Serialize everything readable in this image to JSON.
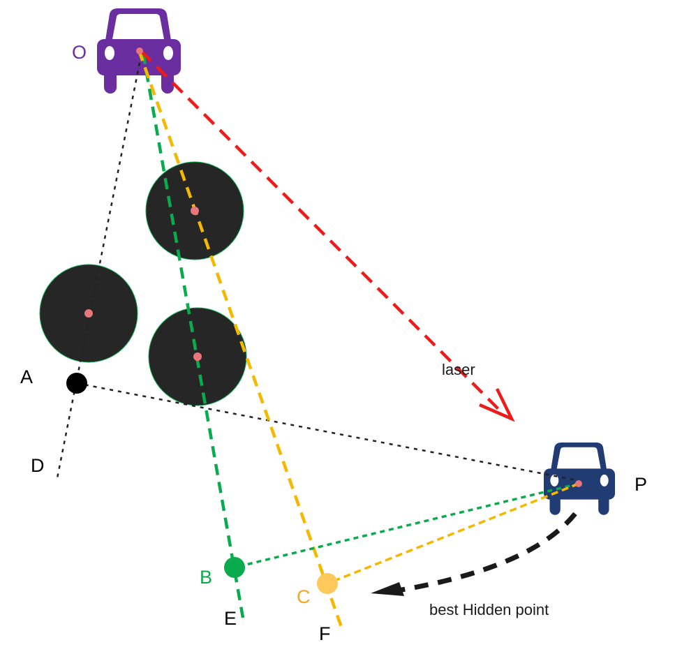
{
  "points": {
    "O": "O",
    "P": "P",
    "A": "A",
    "B": "B",
    "C": "C",
    "D": "D",
    "E": "E",
    "F": "F"
  },
  "annotations": {
    "laser": "laser",
    "best_hidden_point": "best Hidden point"
  },
  "colors": {
    "observer_car": "#6a2ea0",
    "target_car": "#213b73",
    "obstacle": "#262626",
    "obstacle_center": "#e8767a",
    "laser_line": "#ee1b1b",
    "green_line": "#0aab4c",
    "orange_line": "#f5b800",
    "point_A": "#000000",
    "point_B": "#0aab4c",
    "point_C": "#fdc95a",
    "label_O": "#6a2ea0",
    "label_B": "#0aab4c",
    "label_C": "#f5a623"
  },
  "icons": {
    "observer": "car-icon",
    "target": "car-icon"
  }
}
